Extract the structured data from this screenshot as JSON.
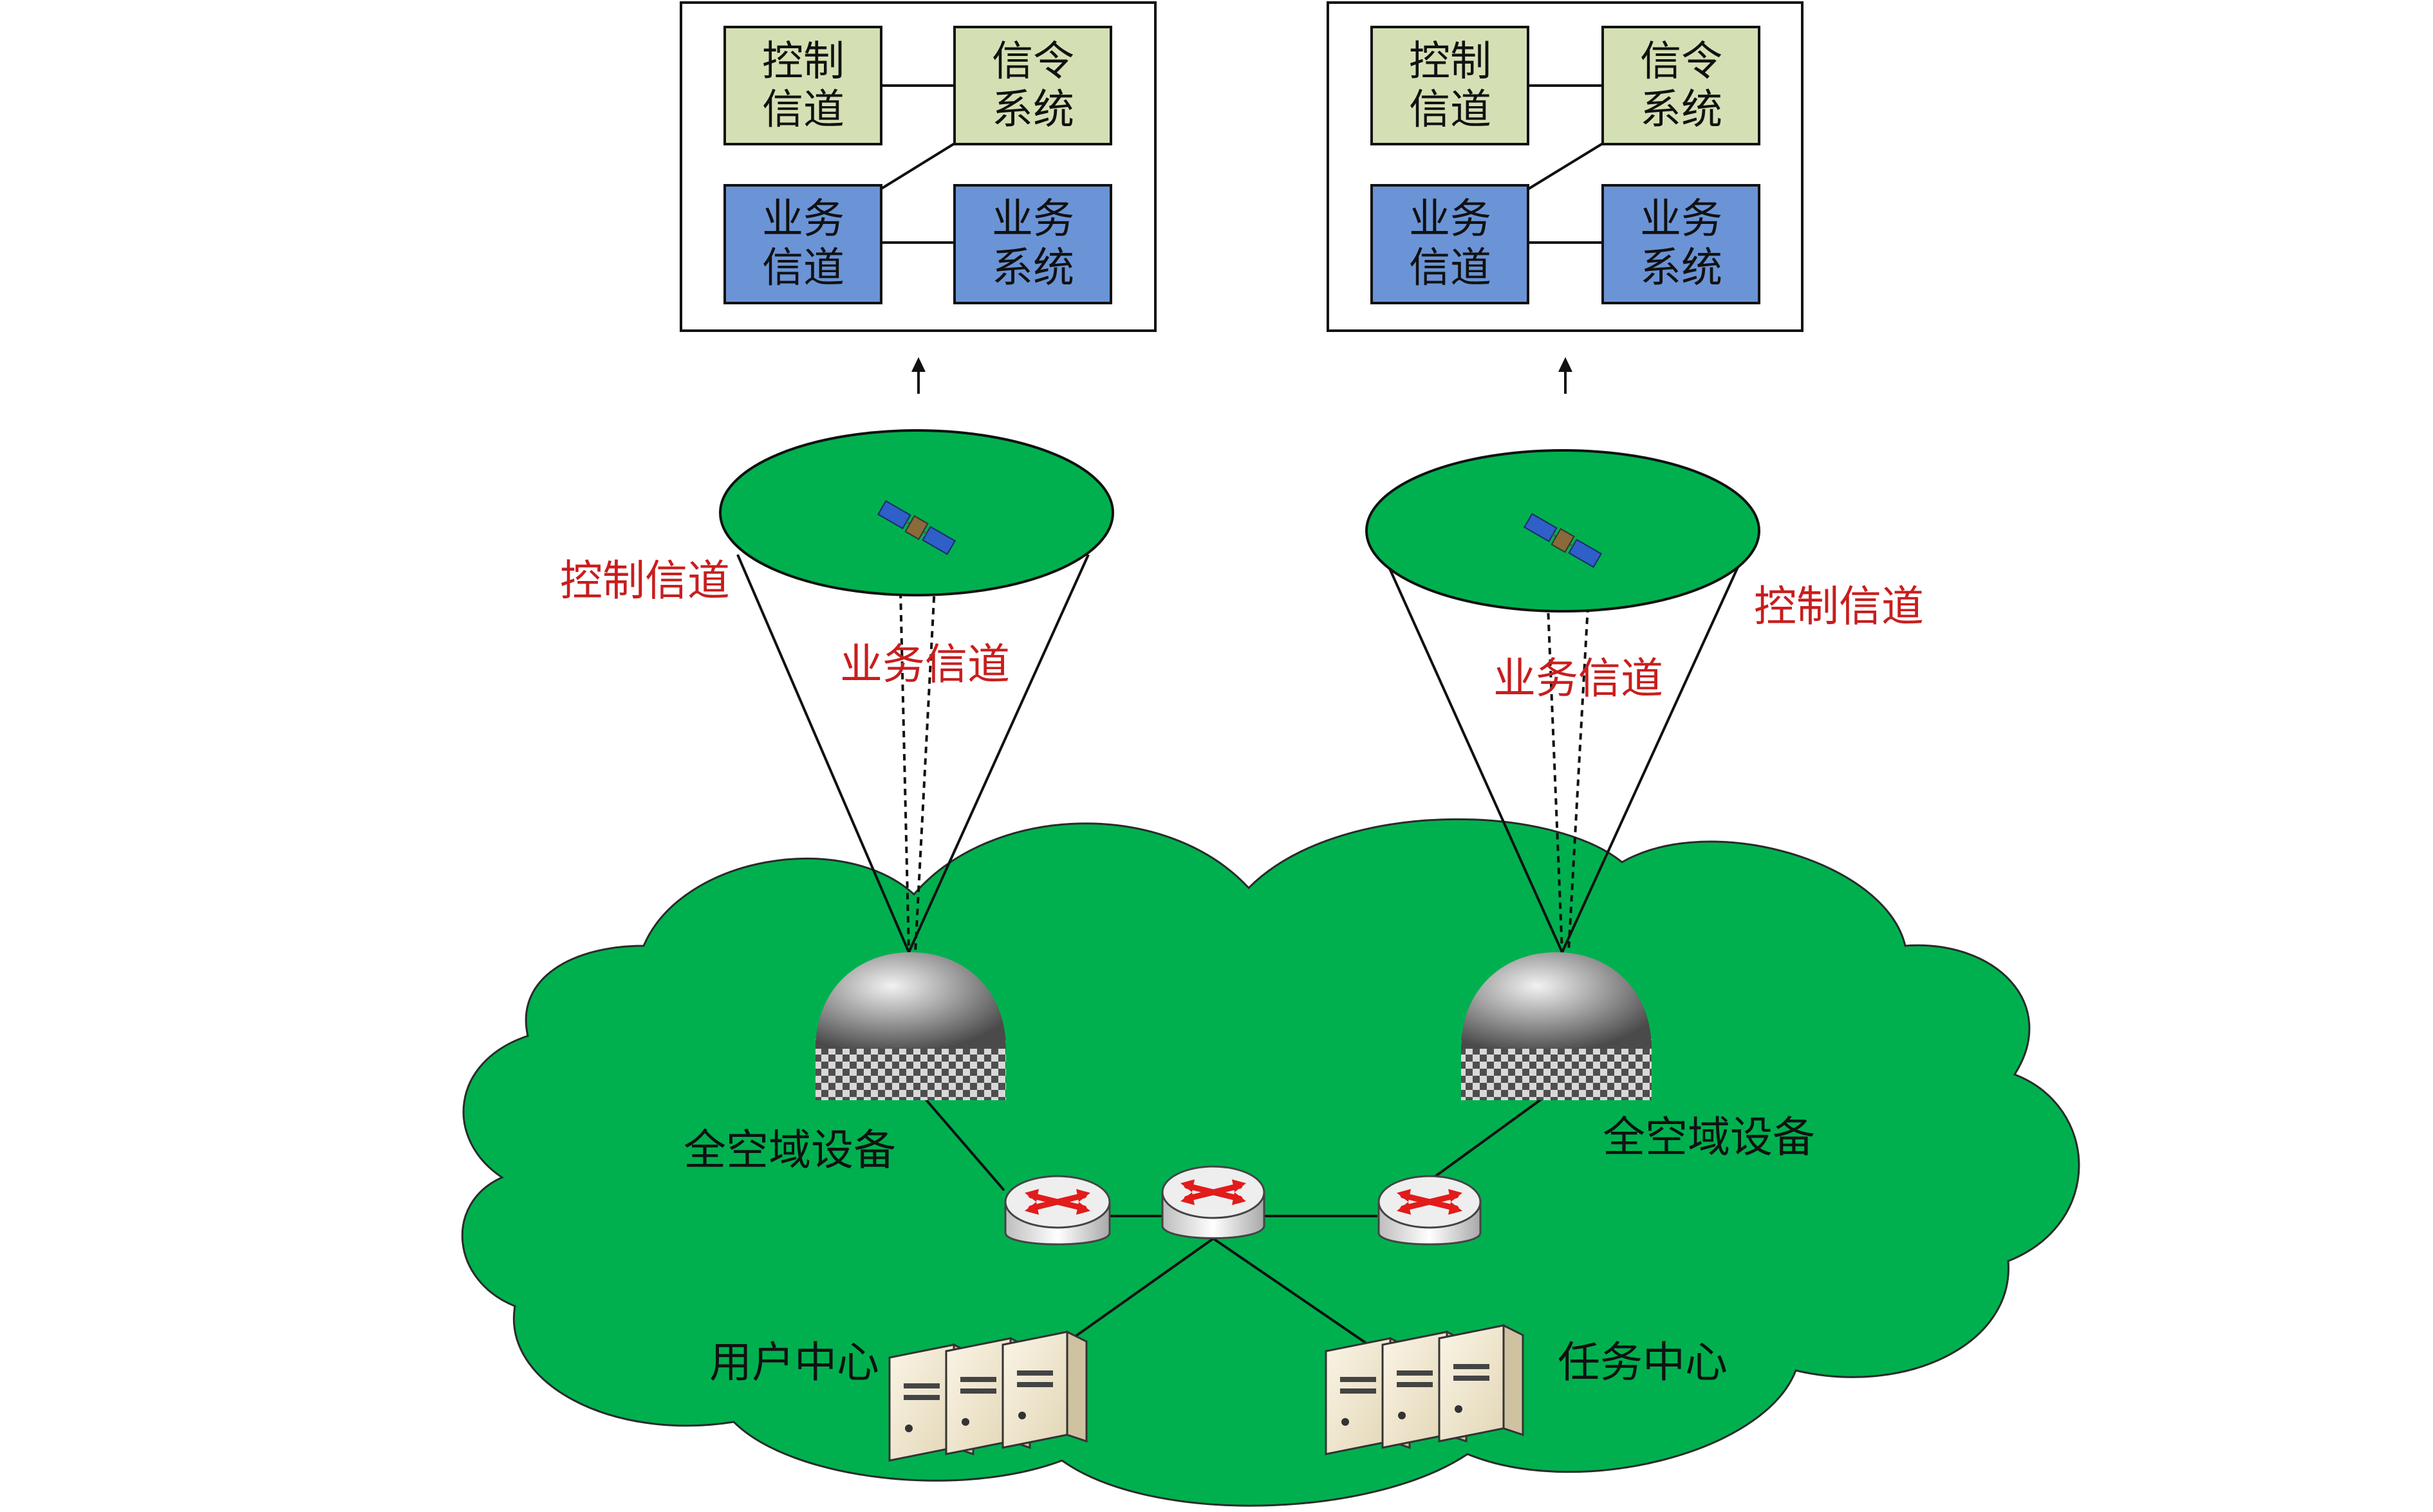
{
  "left_panel": {
    "control_channel": [
      "控制",
      "信道"
    ],
    "signaling_system": [
      "信令",
      "系统"
    ],
    "service_channel": [
      "业务",
      "信道"
    ],
    "service_system": [
      "业务",
      "系统"
    ]
  },
  "right_panel": {
    "control_channel": [
      "控制",
      "信道"
    ],
    "signaling_system": [
      "信令",
      "系统"
    ],
    "service_channel": [
      "业务",
      "信道"
    ],
    "service_system": [
      "业务",
      "系统"
    ]
  },
  "left_beam": {
    "control_label": "控制信道",
    "service_label": "业务信道"
  },
  "right_beam": {
    "control_label": "控制信道",
    "service_label": "业务信道"
  },
  "left_station_label": "全空域设备",
  "right_station_label": "全空域设备",
  "user_center_label": "用户中心",
  "task_center_label": "任务中心",
  "colors": {
    "cloud": "#00b04f",
    "control_box": "#d4e0b4",
    "service_box": "#6b94d6",
    "label_red": "#c81e1e",
    "arrow_red": "#e21b1b"
  }
}
